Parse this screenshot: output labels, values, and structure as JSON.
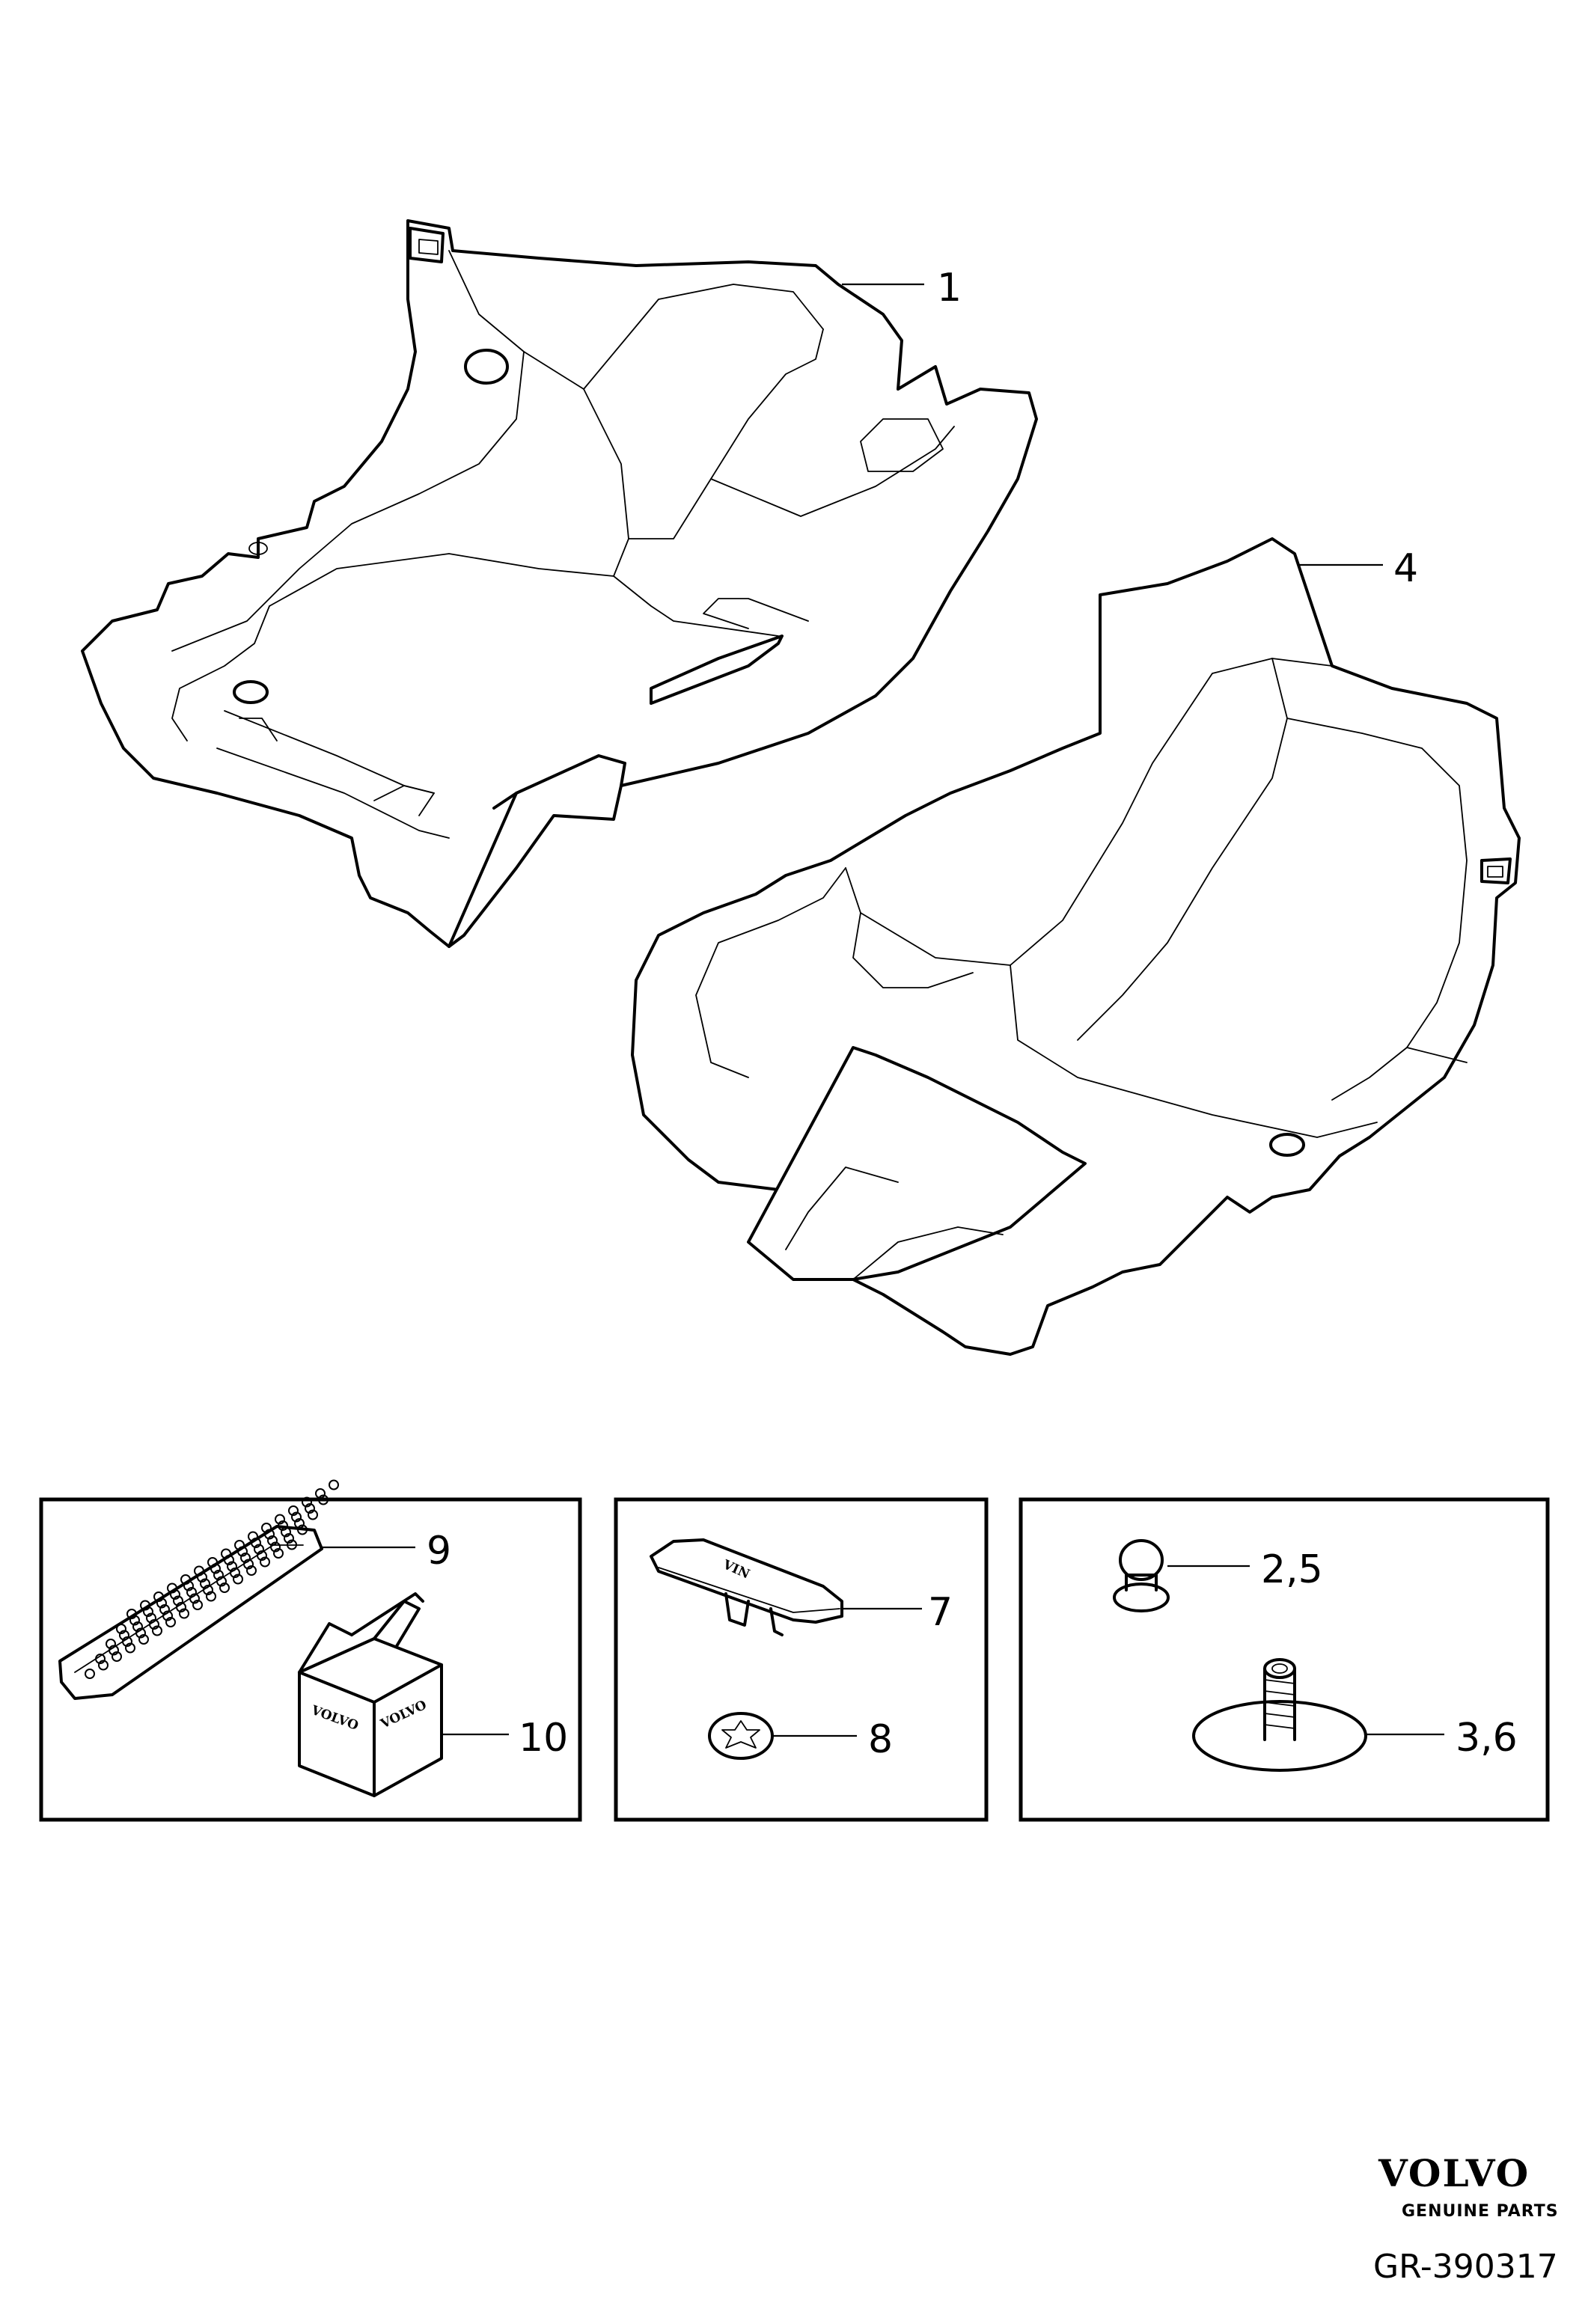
{
  "callouts": {
    "c1": "1",
    "c4": "4",
    "c9": "9",
    "c10": "10",
    "c7": "7",
    "c8": "8",
    "c25": "2,5",
    "c36": "3,6"
  },
  "brand": {
    "name": "VOLVO",
    "tagline": "GENUINE PARTS"
  },
  "reference": "GR-390317",
  "box_stamp": "VOLVO",
  "clip_stamp": "VIN",
  "colors": {
    "line": "#000000",
    "background": "#ffffff"
  }
}
